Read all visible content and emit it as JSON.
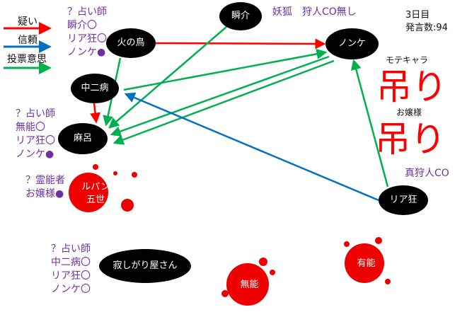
{
  "legend": [
    {
      "label": "疑い",
      "color": "#ff0000"
    },
    {
      "label": "信頼",
      "color": "#0070c0"
    },
    {
      "label": "投票意思",
      "color": "#00b050"
    }
  ],
  "status": {
    "day": "3日目",
    "messages": "発言数:94"
  },
  "nodes": {
    "hinotori": "火の鳥",
    "shunsuke": "瞬介",
    "nonke": "ノンケ",
    "chunibyo": "中二病",
    "maro": "麻呂",
    "lupin": "ルパン\n五世",
    "sabishigari": "寂しがり屋さん",
    "muno": "無能",
    "yuno": "有能",
    "riakyo": "リア狂",
    "motechara": "モテキャラ",
    "ojousama": "お嬢様"
  },
  "notes": {
    "hinotori": "？占い師\n瞬介〇\nリア狂〇\nノンケ●",
    "shunsuke": "妖狐　狩人CO無し",
    "maro": "？占い師\n無能〇\nリア狂〇\nノンケ●",
    "lupin": "？霊能者\nお嬢様●",
    "sabishigari": "？占い師\n中二病〇\nリア狂〇\nノンケ〇",
    "riakyo": "真狩人CO"
  },
  "hanged_label": "吊り"
}
